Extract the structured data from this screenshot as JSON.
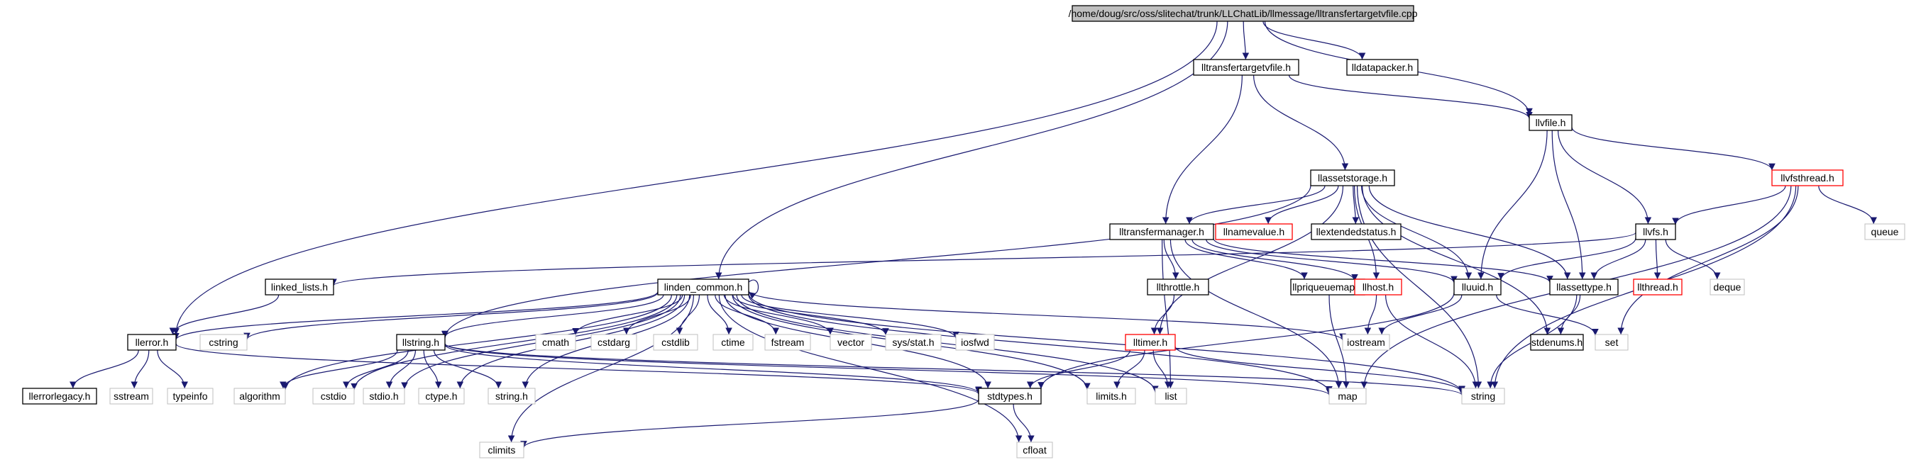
{
  "diagram": {
    "colors": {
      "edge": "#191970",
      "border_default": "#000000",
      "border_truncated": "#ff0000",
      "border_external": "#bfbfbf",
      "root_fill": "#bfbfbf",
      "fill": "#ffffff"
    },
    "nodes": [
      {
        "id": "root",
        "label": "/home/doug/src/oss/slitechat/trunk/LLChatLib/llmessage/lltransfertargetvfile.cpp",
        "kind": "root"
      },
      {
        "id": "lltransfertargetvfile",
        "label": "lltransfertargetvfile.h",
        "kind": "normal"
      },
      {
        "id": "lldatapacker",
        "label": "lldatapacker.h",
        "kind": "normal"
      },
      {
        "id": "llvfile",
        "label": "llvfile.h",
        "kind": "normal"
      },
      {
        "id": "llvfsthread",
        "label": "llvfsthread.h",
        "kind": "truncated"
      },
      {
        "id": "llassetstorage",
        "label": "llassetstorage.h",
        "kind": "normal"
      },
      {
        "id": "lltransfermanager",
        "label": "lltransfermanager.h",
        "kind": "normal"
      },
      {
        "id": "llnamevalue",
        "label": "llnamevalue.h",
        "kind": "truncated"
      },
      {
        "id": "llextendedstatus",
        "label": "llextendedstatus.h",
        "kind": "normal"
      },
      {
        "id": "llvfs",
        "label": "llvfs.h",
        "kind": "normal"
      },
      {
        "id": "queue",
        "label": "queue",
        "kind": "external"
      },
      {
        "id": "linked_lists",
        "label": "linked_lists.h",
        "kind": "normal"
      },
      {
        "id": "linden_common",
        "label": "linden_common.h",
        "kind": "normal"
      },
      {
        "id": "llthrottle",
        "label": "llthrottle.h",
        "kind": "normal"
      },
      {
        "id": "llpriqueuemap",
        "label": "llpriqueuemap.h",
        "kind": "normal"
      },
      {
        "id": "llhost",
        "label": "llhost.h",
        "kind": "truncated"
      },
      {
        "id": "lluuid",
        "label": "lluuid.h",
        "kind": "normal"
      },
      {
        "id": "llassettype",
        "label": "llassettype.h",
        "kind": "normal"
      },
      {
        "id": "llthread",
        "label": "llthread.h",
        "kind": "truncated"
      },
      {
        "id": "deque",
        "label": "deque",
        "kind": "external"
      },
      {
        "id": "llerror",
        "label": "llerror.h",
        "kind": "normal"
      },
      {
        "id": "cstring",
        "label": "cstring",
        "kind": "external"
      },
      {
        "id": "llstring",
        "label": "llstring.h",
        "kind": "normal"
      },
      {
        "id": "cmath",
        "label": "cmath",
        "kind": "external"
      },
      {
        "id": "cstdarg",
        "label": "cstdarg",
        "kind": "external"
      },
      {
        "id": "cstdlib",
        "label": "cstdlib",
        "kind": "external"
      },
      {
        "id": "ctime",
        "label": "ctime",
        "kind": "external"
      },
      {
        "id": "fstream",
        "label": "fstream",
        "kind": "external"
      },
      {
        "id": "vector",
        "label": "vector",
        "kind": "external"
      },
      {
        "id": "sysstat",
        "label": "sys/stat.h",
        "kind": "external"
      },
      {
        "id": "iosfwd",
        "label": "iosfwd",
        "kind": "external"
      },
      {
        "id": "lltimer",
        "label": "lltimer.h",
        "kind": "truncated"
      },
      {
        "id": "iostream",
        "label": "iostream",
        "kind": "external"
      },
      {
        "id": "stdenums",
        "label": "stdenums.h",
        "kind": "normal"
      },
      {
        "id": "set",
        "label": "set",
        "kind": "external"
      },
      {
        "id": "llerrorlegacy",
        "label": "llerrorlegacy.h",
        "kind": "normal"
      },
      {
        "id": "sstream",
        "label": "sstream",
        "kind": "external"
      },
      {
        "id": "typeinfo",
        "label": "typeinfo",
        "kind": "external"
      },
      {
        "id": "algorithm",
        "label": "algorithm",
        "kind": "external"
      },
      {
        "id": "cstdio",
        "label": "cstdio",
        "kind": "external"
      },
      {
        "id": "stdioh",
        "label": "stdio.h",
        "kind": "external"
      },
      {
        "id": "ctypeh",
        "label": "ctype.h",
        "kind": "external"
      },
      {
        "id": "stringh",
        "label": "string.h",
        "kind": "external"
      },
      {
        "id": "stdtypes",
        "label": "stdtypes.h",
        "kind": "normal"
      },
      {
        "id": "limitsh",
        "label": "limits.h",
        "kind": "external"
      },
      {
        "id": "list",
        "label": "list",
        "kind": "external"
      },
      {
        "id": "map",
        "label": "map",
        "kind": "external"
      },
      {
        "id": "string",
        "label": "string",
        "kind": "external"
      },
      {
        "id": "climits",
        "label": "climits",
        "kind": "external"
      },
      {
        "id": "cfloat",
        "label": "cfloat",
        "kind": "external"
      }
    ],
    "edges": [
      [
        "root",
        "lltransfertargetvfile"
      ],
      [
        "root",
        "lldatapacker"
      ],
      [
        "root",
        "llvfile"
      ],
      [
        "root",
        "llerror"
      ],
      [
        "root",
        "linden_common"
      ],
      [
        "lltransfertargetvfile",
        "llassetstorage"
      ],
      [
        "lltransfertargetvfile",
        "lltransfermanager"
      ],
      [
        "lltransfertargetvfile",
        "llvfile"
      ],
      [
        "llvfile",
        "llvfsthread"
      ],
      [
        "llvfile",
        "llvfs"
      ],
      [
        "llvfile",
        "lluuid"
      ],
      [
        "llvfile",
        "llassettype"
      ],
      [
        "llvfsthread",
        "llvfs"
      ],
      [
        "llvfsthread",
        "queue"
      ],
      [
        "llvfsthread",
        "set"
      ],
      [
        "llvfsthread",
        "map"
      ],
      [
        "llvfsthread",
        "string"
      ],
      [
        "llassetstorage",
        "lltransfermanager"
      ],
      [
        "llassetstorage",
        "llnamevalue"
      ],
      [
        "llassetstorage",
        "llextendedstatus"
      ],
      [
        "llassetstorage",
        "llhost"
      ],
      [
        "llassetstorage",
        "lluuid"
      ],
      [
        "llassetstorage",
        "llassettype"
      ],
      [
        "llassetstorage",
        "stdenums"
      ],
      [
        "llassetstorage",
        "lltimer"
      ],
      [
        "llassetstorage",
        "llstring"
      ],
      [
        "llassetstorage",
        "string"
      ],
      [
        "lltransfermanager",
        "llthrottle"
      ],
      [
        "lltransfermanager",
        "llpriqueuemap"
      ],
      [
        "lltransfermanager",
        "llhost"
      ],
      [
        "lltransfermanager",
        "lluuid"
      ],
      [
        "lltransfermanager",
        "llassettype"
      ],
      [
        "lltransfermanager",
        "map"
      ],
      [
        "lltransfermanager",
        "list"
      ],
      [
        "llvfs",
        "linked_lists"
      ],
      [
        "llvfs",
        "lluuid"
      ],
      [
        "llvfs",
        "llassettype"
      ],
      [
        "llvfs",
        "llthread"
      ],
      [
        "llvfs",
        "deque"
      ],
      [
        "linked_lists",
        "llerror"
      ],
      [
        "linden_common",
        "linden_common"
      ],
      [
        "linden_common",
        "llerror"
      ],
      [
        "linden_common",
        "cstring"
      ],
      [
        "linden_common",
        "llstring"
      ],
      [
        "linden_common",
        "cmath"
      ],
      [
        "linden_common",
        "cstdarg"
      ],
      [
        "linden_common",
        "cstdlib"
      ],
      [
        "linden_common",
        "ctime"
      ],
      [
        "linden_common",
        "fstream"
      ],
      [
        "linden_common",
        "vector"
      ],
      [
        "linden_common",
        "sysstat"
      ],
      [
        "linden_common",
        "iosfwd"
      ],
      [
        "linden_common",
        "iostream"
      ],
      [
        "linden_common",
        "algorithm"
      ],
      [
        "linden_common",
        "cstdio"
      ],
      [
        "linden_common",
        "stdioh"
      ],
      [
        "linden_common",
        "ctypeh"
      ],
      [
        "linden_common",
        "stringh"
      ],
      [
        "linden_common",
        "stdtypes"
      ],
      [
        "linden_common",
        "limitsh"
      ],
      [
        "linden_common",
        "list"
      ],
      [
        "linden_common",
        "map"
      ],
      [
        "linden_common",
        "string"
      ],
      [
        "linden_common",
        "climits"
      ],
      [
        "linden_common",
        "cfloat"
      ],
      [
        "llthrottle",
        "lltimer"
      ],
      [
        "llpriqueuemap",
        "map"
      ],
      [
        "llhost",
        "iostream"
      ],
      [
        "llhost",
        "string"
      ],
      [
        "lluuid",
        "iostream"
      ],
      [
        "lluuid",
        "set"
      ],
      [
        "lluuid",
        "stdtypes"
      ],
      [
        "llassettype",
        "string"
      ],
      [
        "llassettype",
        "stdenums"
      ],
      [
        "llerror",
        "llerrorlegacy"
      ],
      [
        "llerror",
        "sstream"
      ],
      [
        "llerror",
        "typeinfo"
      ],
      [
        "llerror",
        "stdtypes"
      ],
      [
        "llstring",
        "algorithm"
      ],
      [
        "llstring",
        "cstdio"
      ],
      [
        "llstring",
        "stdioh"
      ],
      [
        "llstring",
        "ctypeh"
      ],
      [
        "llstring",
        "stringh"
      ],
      [
        "llstring",
        "stdtypes"
      ],
      [
        "llstring",
        "map"
      ],
      [
        "llstring",
        "string"
      ],
      [
        "lltimer",
        "stdtypes"
      ],
      [
        "lltimer",
        "limitsh"
      ],
      [
        "lltimer",
        "list"
      ],
      [
        "lltimer",
        "string"
      ],
      [
        "stdtypes",
        "climits"
      ],
      [
        "stdtypes",
        "cfloat"
      ]
    ]
  }
}
